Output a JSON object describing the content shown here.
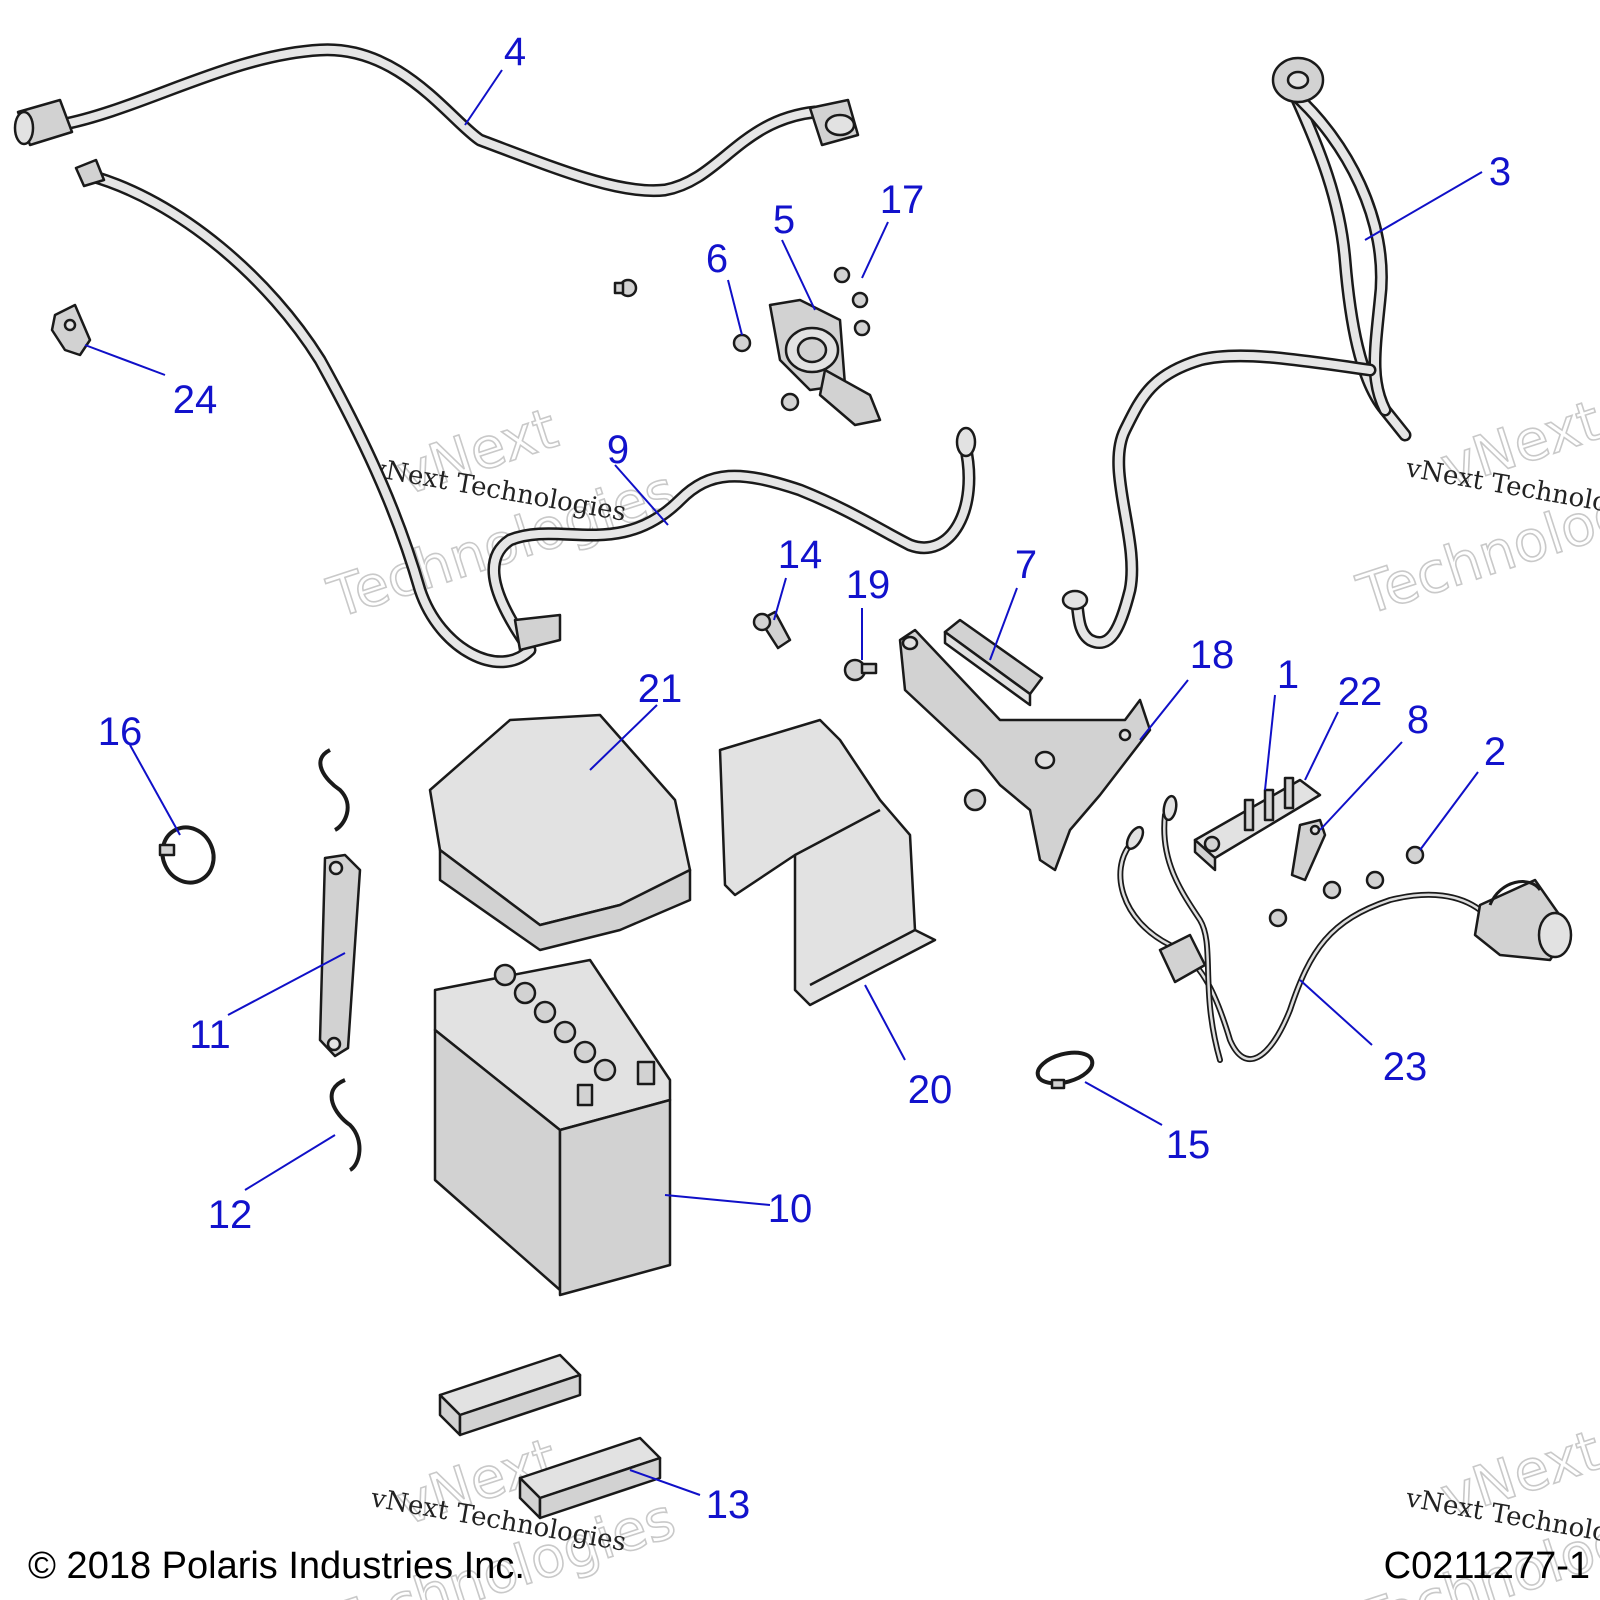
{
  "diagram": {
    "callouts": [
      "1",
      "2",
      "3",
      "4",
      "5",
      "6",
      "7",
      "8",
      "9",
      "10",
      "11",
      "12",
      "13",
      "14",
      "15",
      "16",
      "17",
      "18",
      "19",
      "20",
      "21",
      "22",
      "23",
      "24"
    ]
  },
  "watermark": {
    "line": "vNext Technologies",
    "big_word_1": "vNext",
    "big_word_2": "Technologies"
  },
  "footer": {
    "copyright": "© 2018 Polaris Industries Inc.",
    "diagram_code": "C0211277-1"
  }
}
